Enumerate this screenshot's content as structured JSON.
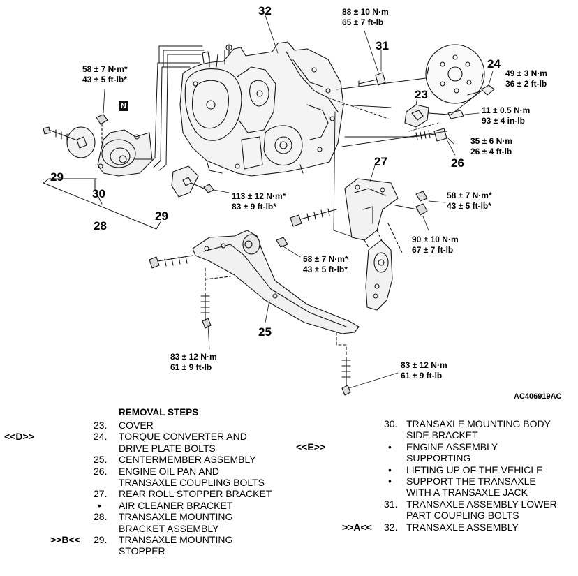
{
  "diagram": {
    "part_numbers": {
      "p23": "23",
      "p24": "24",
      "p25": "25",
      "p26": "26",
      "p27": "27",
      "p28": "28",
      "p29a": "29",
      "p29b": "29",
      "p30": "30",
      "p31": "31",
      "p32": "32"
    },
    "note_marker": "N",
    "torques": {
      "t_top_center_1": "88 ± 10 N·m",
      "t_top_center_2": "65 ± 7 ft-lb",
      "t_left_1": "58 ± 7 N·m*",
      "t_left_2": "43 ± 5 ft-lb*",
      "t_24_1": "49 ± 3 N·m",
      "t_24_2": "36 ± 2 ft-lb",
      "t_23_1": "11 ± 0.5 N·m",
      "t_23_2": "93 ± 4 in-lb",
      "t_26_1": "35 ± 6 N·m",
      "t_26_2": "26 ± 4 ft-lb",
      "t_29_1": "113 ± 12 N·m*",
      "t_29_2": "83 ± 9 ft-lb*",
      "t_27a_1": "58 ± 7 N·m*",
      "t_27a_2": "43 ± 5 ft-lb*",
      "t_27b_1": "90 ± 10 N·m",
      "t_27b_2": "67 ± 7 ft-lb",
      "t_25_1": "58 ± 7 N·m*",
      "t_25_2": "43 ± 5 ft-lb*",
      "t_bl_1": "83 ± 12 N·m",
      "t_bl_2": "61 ± 9 ft-lb",
      "t_br_1": "83 ± 12 N·m",
      "t_br_2": "61 ± 9 ft-lb"
    },
    "figure_code": "AC406919AC"
  },
  "steps": {
    "header": "REMOVAL STEPS",
    "left": [
      {
        "marker": "",
        "num": "23.",
        "text": "COVER"
      },
      {
        "marker": "<<D>>",
        "num": "24.",
        "text": "TORQUE CONVERTER AND"
      },
      {
        "marker": "",
        "num": "",
        "text": "DRIVE PLATE BOLTS"
      },
      {
        "marker": "",
        "num": "25.",
        "text": "CENTERMEMBER ASSEMBLY"
      },
      {
        "marker": "",
        "num": "26.",
        "text": "ENGINE OIL PAN AND"
      },
      {
        "marker": "",
        "num": "",
        "text": "TRANSAXLE  COUPLING BOLTS"
      },
      {
        "marker": "",
        "num": "27.",
        "text": "REAR ROLL STOPPER BRACKET"
      },
      {
        "marker": "",
        "num": "•",
        "text": "AIR CLEANER BRACKET"
      },
      {
        "marker": "",
        "num": "28.",
        "text": "TRANSAXLE MOUNTING"
      },
      {
        "marker": "",
        "num": "",
        "text": "BRACKET ASSEMBLY"
      },
      {
        "marker": ">>B<<",
        "num": "29.",
        "text": "TRANSAXLE MOUNTING"
      },
      {
        "marker": "",
        "num": "",
        "text": "STOPPER"
      }
    ],
    "right": [
      {
        "marker": "",
        "num": "30.",
        "text": "TRANSAXLE MOUNTING BODY"
      },
      {
        "marker": "",
        "num": "",
        "text": "SIDE BRACKET"
      },
      {
        "marker": "<<E>>",
        "num": "•",
        "text": "ENGINE ASSEMBLY"
      },
      {
        "marker": "",
        "num": "",
        "text": "SUPPORTING"
      },
      {
        "marker": "",
        "num": "•",
        "text": "LIFTING UP OF THE VEHICLE"
      },
      {
        "marker": "",
        "num": "•",
        "text": "SUPPORT THE TRANSAXLE"
      },
      {
        "marker": "",
        "num": "",
        "text": "WITH A TRANSAXLE JACK"
      },
      {
        "marker": "",
        "num": "31.",
        "text": "TRANSAXLE ASSEMBLY LOWER"
      },
      {
        "marker": "",
        "num": "",
        "text": "PART COUPLING BOLTS"
      },
      {
        "marker": ">>A<<",
        "num": "32.",
        "text": "TRANSAXLE ASSEMBLY"
      }
    ]
  }
}
